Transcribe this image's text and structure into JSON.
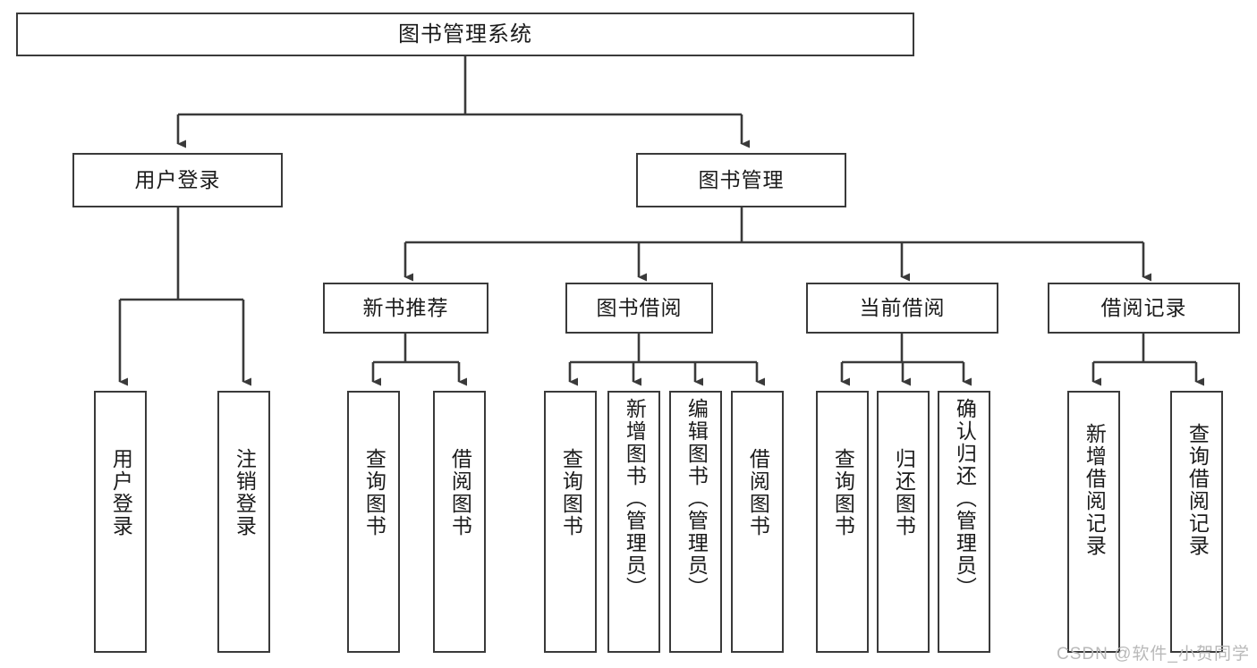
{
  "diagram": {
    "title": "图书管理系统",
    "type": "tree",
    "style": {
      "box_border_color": "#3a3a3a",
      "box_fill_color": "#ffffff",
      "edge_color": "#3a3a3a",
      "text_color": "#1b1b1b"
    },
    "levels": {
      "root": {
        "label": "图书管理系统"
      },
      "level2": [
        {
          "label": "用户登录"
        },
        {
          "label": "图书管理"
        }
      ],
      "level3": [
        {
          "label": "新书推荐"
        },
        {
          "label": "图书借阅"
        },
        {
          "label": "当前借阅"
        },
        {
          "label": "借阅记录"
        }
      ],
      "leaves": {
        "user_login": [
          {
            "label": "用户登录"
          },
          {
            "label": "注销登录"
          }
        ],
        "new_book_recommend": [
          {
            "label": "查询图书"
          },
          {
            "label": "借阅图书"
          }
        ],
        "book_borrow": [
          {
            "label": "查询图书"
          },
          {
            "label": "新增图书（管理员）"
          },
          {
            "label": "编辑图书（管理员）"
          },
          {
            "label": "借阅图书"
          }
        ],
        "current_borrow": [
          {
            "label": "查询图书"
          },
          {
            "label": "归还图书"
          },
          {
            "label": "确认归还（管理员）"
          }
        ],
        "borrow_record": [
          {
            "label": "新增借阅记录"
          },
          {
            "label": "查询借阅记录"
          }
        ]
      }
    }
  },
  "watermark": {
    "text": "CSDN @软件_小贺同学"
  }
}
